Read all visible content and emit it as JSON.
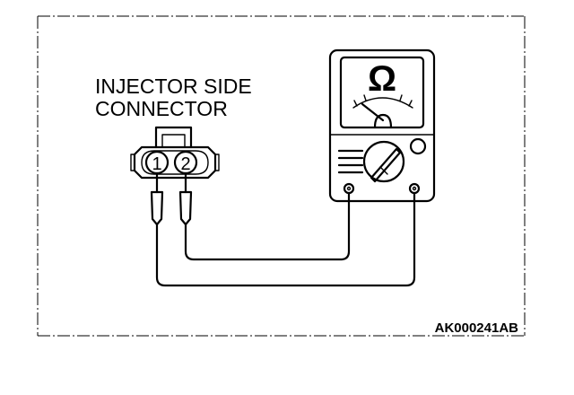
{
  "diagram": {
    "connector_label_line1": "INJECTOR SIDE",
    "connector_label_line2": "CONNECTOR",
    "pin_1": "1",
    "pin_2": "2",
    "meter_symbol": "Ω",
    "figure_code": "AK000241AB"
  },
  "icons": {
    "meter": "ohmmeter-icon",
    "connector": "connector-icon",
    "probe": "probe-icon"
  },
  "colors": {
    "line": "#000000",
    "background": "#ffffff"
  }
}
